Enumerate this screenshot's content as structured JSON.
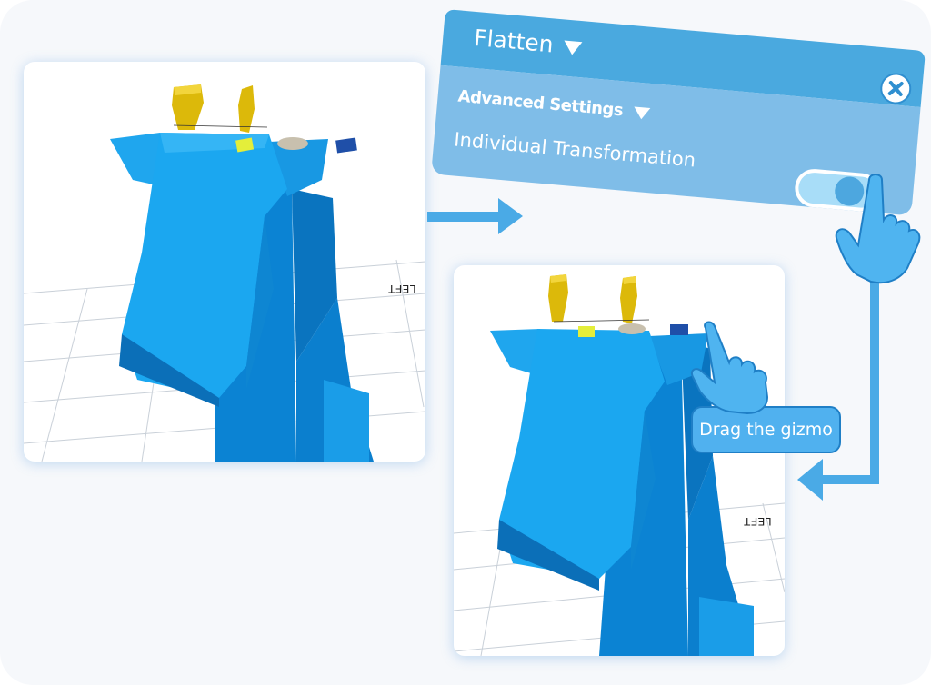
{
  "panel": {
    "title": "Flatten",
    "advanced_settings_label": "Advanced Settings",
    "individual_transformation_label": "Individual Transformation",
    "toggle_state": "on",
    "close_icon": "close-icon"
  },
  "viewport_before": {
    "axis_label": "LEFT"
  },
  "viewport_after": {
    "axis_label": "LEFT"
  },
  "tooltip": {
    "text": "Drag the gizmo"
  },
  "icons": [
    "hand-pointer-icon",
    "hand-drag-icon",
    "arrow-right-icon",
    "arrow-elbow-icon",
    "chevron-down-icon"
  ],
  "colors": {
    "accent": "#4aa9df",
    "panel_body": "#7fbde8",
    "model": "#1aa0ec",
    "model_dark": "#0b7fce",
    "horn": "#dcb90a",
    "toggle_track": "#a8ddf8"
  }
}
